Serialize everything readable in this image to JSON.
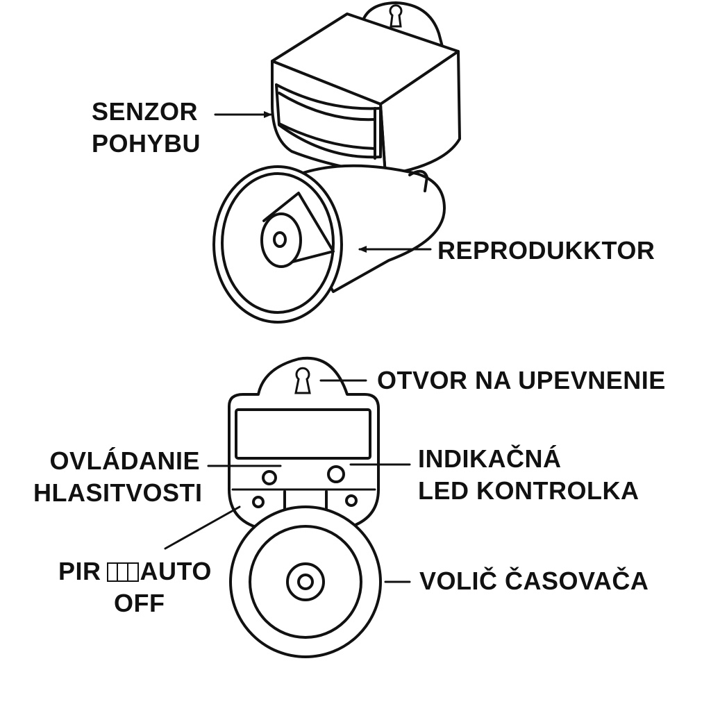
{
  "labels": {
    "motion_sensor_line1": "SENZOR",
    "motion_sensor_line2": "POHYBU",
    "speaker": "REPRODUKKTOR",
    "mounting_hole": "OTVOR NA UPEVNENIE",
    "volume_line1": "OVLÁDANIE",
    "volume_line2": "HLASITVOSTI",
    "led_line1": "INDIKAČNÁ",
    "led_line2": "LED KONTROLKA",
    "mode_pir": "PIR",
    "mode_auto": "AUTO",
    "mode_off": "OFF",
    "timer": "VOLIČ ČASOVAČA"
  },
  "colors": {
    "ink": "#111111",
    "background": "#ffffff"
  }
}
